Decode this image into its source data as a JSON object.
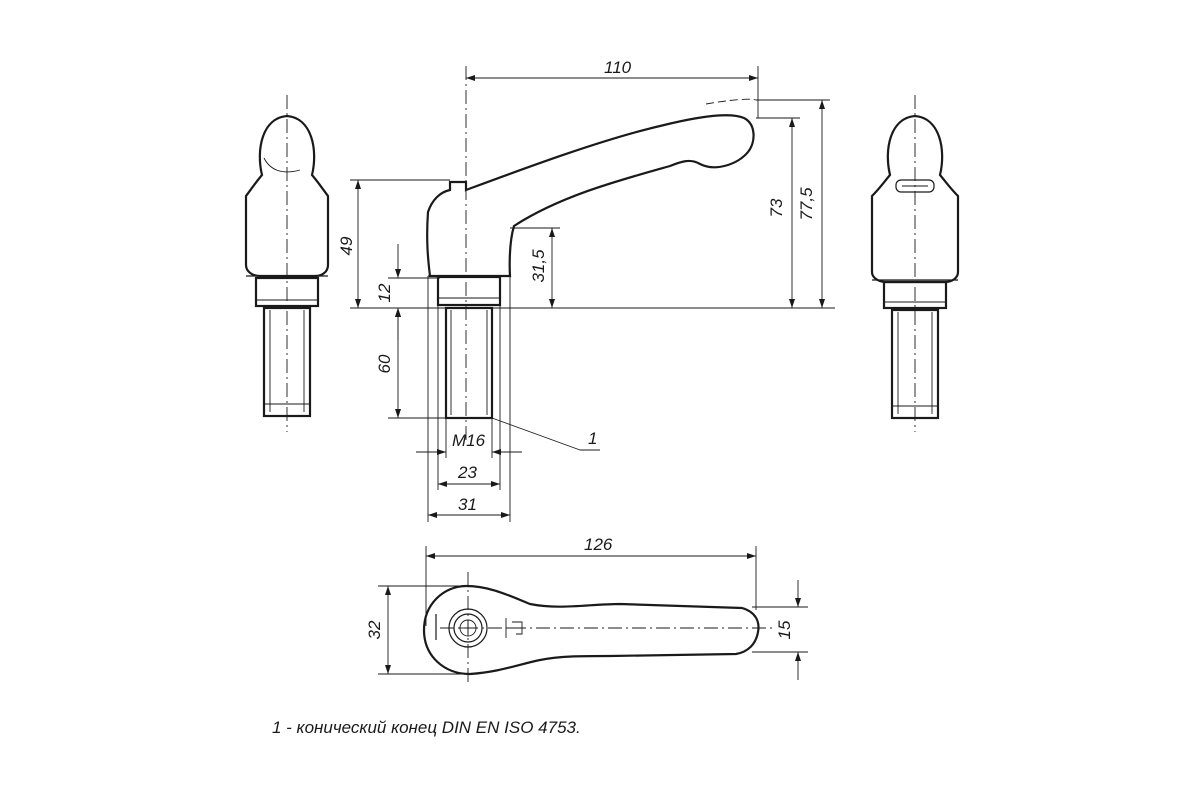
{
  "dimensions": {
    "lever_length": "110",
    "handle_height_73": "73",
    "total_height": "77,5",
    "hub_height": "49",
    "clearance_height": "31,5",
    "collar": "12",
    "thread_length": "60",
    "thread": "M16",
    "collar_diameter": "23",
    "hub_diameter": "31",
    "total_length": "126",
    "hub_width": "32",
    "tip_width": "15",
    "callout": "1"
  },
  "footnote": "1 - конический конец DIN EN ISO 4753."
}
